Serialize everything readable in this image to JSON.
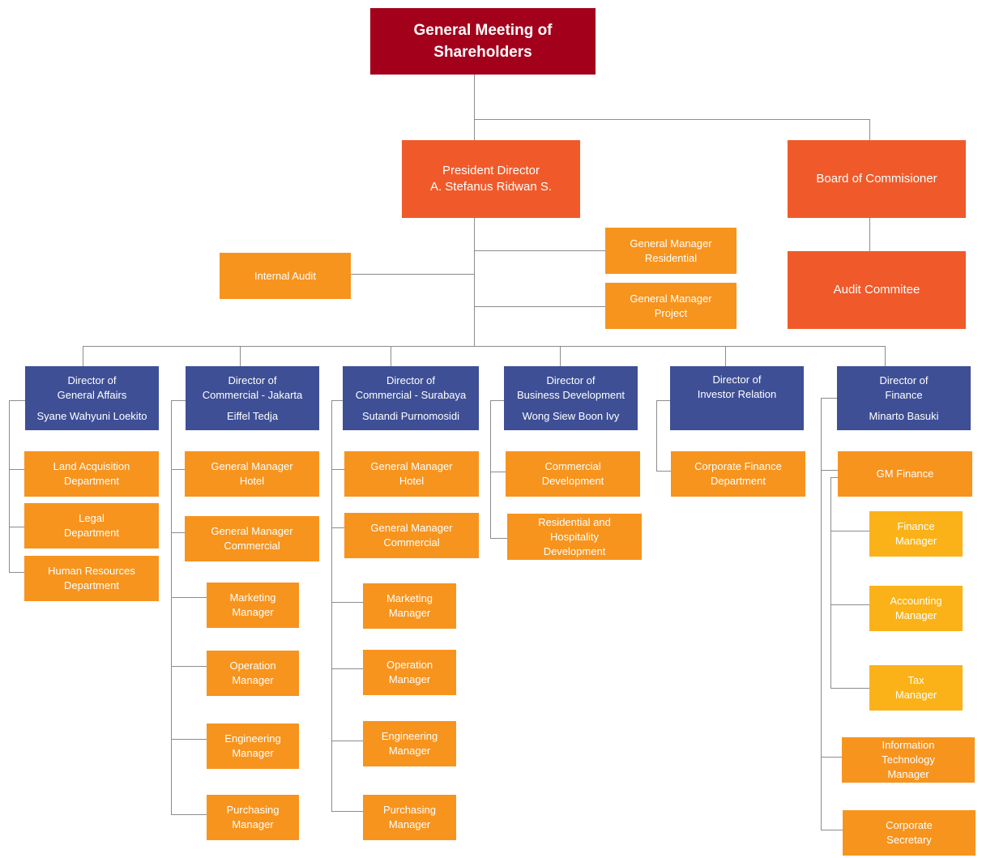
{
  "colors": {
    "meeting": "#a3001b",
    "president": "#f05a2a",
    "director": "#3e4f96",
    "manager": "#f7941e",
    "sub_manager": "#fbb218",
    "connector": "#8c8c8c"
  },
  "top": {
    "meeting": [
      "General Meeting of",
      "Shareholders"
    ],
    "president": [
      "President Director",
      "A. Stefanus Ridwan S."
    ],
    "board": [
      "Board of Commisioner"
    ],
    "audit_committee": [
      "Audit Commitee"
    ],
    "internal_audit": [
      "Internal Audit"
    ],
    "gm_residential": [
      "General Manager",
      "Residential"
    ],
    "gm_project": [
      "General Manager",
      "Project"
    ]
  },
  "directors": {
    "general_affairs": {
      "title": [
        "Director of",
        "General Affairs"
      ],
      "name": "Syane Wahyuni Loekito"
    },
    "commercial_jakarta": {
      "title": [
        "Director of",
        "Commercial - Jakarta"
      ],
      "name": "Eiffel Tedja"
    },
    "commercial_surabaya": {
      "title": [
        "Director of",
        "Commercial - Surabaya"
      ],
      "name": "Sutandi Purnomosidi"
    },
    "business_development": {
      "title": [
        "Director of",
        "Business Development"
      ],
      "name": "Wong Siew Boon Ivy"
    },
    "investor_relation": {
      "title": [
        "Director of",
        "Investor Relation"
      ],
      "name": ""
    },
    "finance": {
      "title": [
        "Director of",
        "Finance"
      ],
      "name": "Minarto Basuki"
    }
  },
  "units": {
    "land_acquisition": [
      "Land Acquisition",
      "Department"
    ],
    "legal": [
      "Legal",
      "Department"
    ],
    "human_resources": [
      "Human Resources",
      "Department"
    ],
    "gm_hotel_jkt": [
      "General Manager",
      "Hotel"
    ],
    "gm_commercial_jkt": [
      "General Manager",
      "Commercial"
    ],
    "marketing_jkt": [
      "Marketing",
      "Manager"
    ],
    "operation_jkt": [
      "Operation",
      "Manager"
    ],
    "engineering_jkt": [
      "Engineering",
      "Manager"
    ],
    "purchasing_jkt": [
      "Purchasing",
      "Manager"
    ],
    "gm_hotel_sby": [
      "General Manager",
      "Hotel"
    ],
    "gm_commercial_sby": [
      "General Manager",
      "Commercial"
    ],
    "marketing_sby": [
      "Marketing",
      "Manager"
    ],
    "operation_sby": [
      "Operation",
      "Manager"
    ],
    "engineering_sby": [
      "Engineering",
      "Manager"
    ],
    "purchasing_sby": [
      "Purchasing",
      "Manager"
    ],
    "commercial_dev": [
      "Commercial",
      "Development"
    ],
    "residential_hospitality": [
      "Residential and",
      "Hospitality",
      "Development"
    ],
    "corporate_finance": [
      "Corporate Finance",
      "Department"
    ],
    "gm_finance": [
      "GM Finance"
    ],
    "finance_manager": [
      "Finance",
      "Manager"
    ],
    "accounting_manager": [
      "Accounting",
      "Manager"
    ],
    "tax_manager": [
      "Tax",
      "Manager"
    ],
    "it_manager": [
      "Information",
      "Technology",
      "Manager"
    ],
    "corporate_secretary": [
      "Corporate",
      "Secretary"
    ]
  }
}
